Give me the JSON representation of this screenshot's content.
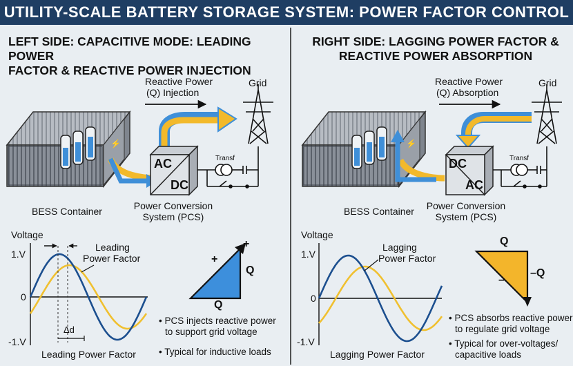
{
  "title": "UTILITY-SCALE BATTERY STORAGE SYSTEM: POWER FACTOR CONTROL",
  "left": {
    "heading_line1": "LEFT SIDE: CAPACITIVE MODE: LEADING POWER",
    "heading_line2": "FACTOR & REACTIVE POWER INJECTION",
    "flow_line1": "Reactive Power",
    "flow_line2": "(Q) Injection",
    "grid": "Grid",
    "transformer": "Transf",
    "pcs_top": "AC",
    "pcs_bottom": "DC",
    "bess_label": "BESS Container",
    "pcs_label_line1": "Power Conversion",
    "pcs_label_line2": "System (PCS)",
    "voltage_label": "Voltage",
    "y_top": "1.V",
    "y_zero": "0",
    "y_bottom": "-1.V",
    "annotation_line1": "Leading",
    "annotation_line2": "Power Factor",
    "delta": "Δd",
    "x_caption": "Leading Power Factor",
    "tri_plus_top": "+",
    "tri_plus_left": "+",
    "tri_q_side": "Q",
    "tri_q_bottom": "Q",
    "bullet1_line1": "• PCS injects reactive power",
    "bullet1_line2": "to support grid voltage",
    "bullet2": "• Typical for inductive loads"
  },
  "right": {
    "heading_line1": "RIGHT SIDE: LAGGING POWER FACTOR &",
    "heading_line2": "REACTIVE POWER ABSORPTION",
    "flow_line1": "Reactive Power",
    "flow_line2": "(Q) Absorption",
    "grid": "Grid",
    "transformer": "Transf",
    "pcs_top": "DC",
    "pcs_bottom": "AC",
    "bess_label": "BESS Container",
    "pcs_label_line1": "Power Conversion",
    "pcs_label_line2": "System (PCS)",
    "voltage_label": "Voltage",
    "y_top": "1.V",
    "y_zero": "0",
    "y_bottom": "-1.V",
    "annotation_line1": "Lagging",
    "annotation_line2": "Power Factor",
    "x_caption": "Lagging Power Factor",
    "tri_q_top": "Q",
    "tri_q_side": "–Q",
    "tri_minus": "–",
    "bullet1_line1": "• PCS absorbs reactive power",
    "bullet1_line2": "to regulate grid voltage",
    "bullet2_line1": "• Typical for over-voltages/",
    "bullet2_line2": "capacitive loads"
  },
  "colors": {
    "title_bg": "#1f3e63",
    "voltage_wave": "#1c4f8f",
    "current_wave": "#f0c030",
    "arrow_yellow": "#f2b92b",
    "arrow_blue": "#3f8fd8",
    "triangle_blue": "#3d8fdc",
    "triangle_yellow": "#f3b52b"
  }
}
